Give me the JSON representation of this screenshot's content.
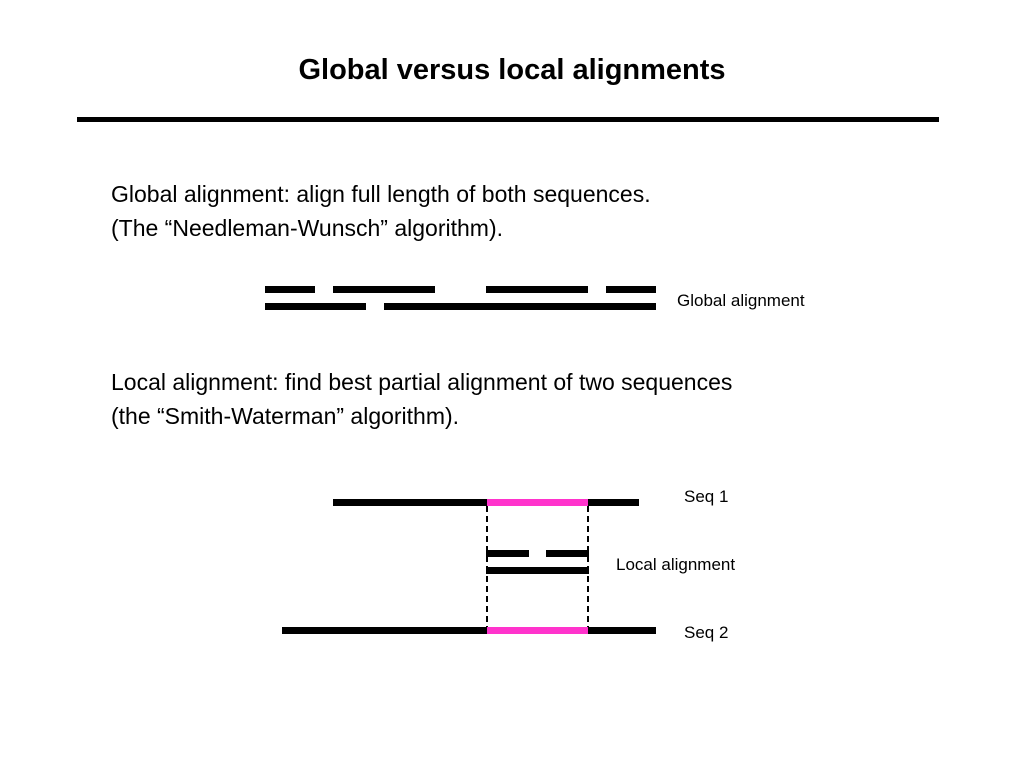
{
  "title": "Global versus local alignments",
  "global_section": {
    "line1": "Global alignment: align full length of both sequences.",
    "line2": "(The “Needleman-Wunsch” algorithm).",
    "diagram_label": "Global alignment"
  },
  "local_section": {
    "line1": "Local alignment: find best partial alignment of two sequences",
    "line2": "(the “Smith-Waterman” algorithm).",
    "seq1_label": "Seq 1",
    "local_alignment_label": "Local alignment",
    "seq2_label": "Seq 2"
  },
  "colors": {
    "sequence": "#000000",
    "aligned_region": "#ff33cc"
  }
}
